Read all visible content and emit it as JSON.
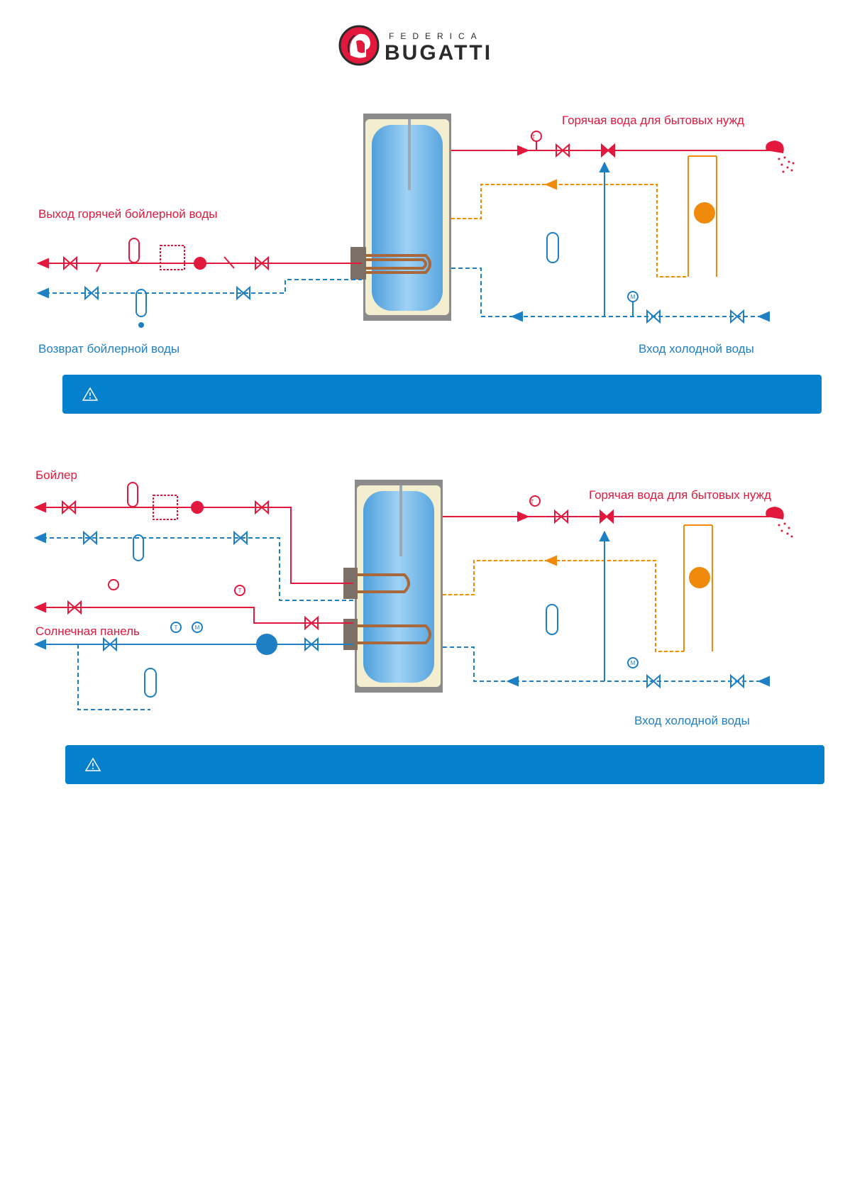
{
  "brand": {
    "top_line": "FEDERICA",
    "main_line": "BUGATTI"
  },
  "diagram1": {
    "labels": {
      "hot_domestic_water": "Горячая вода для бытовых нужд",
      "boiler_hot_out": "Выход горячей бойлерной воды",
      "boiler_return": "Возврат бойлерной воды",
      "cold_water_in": "Вход холодной воды"
    },
    "notice_text": ""
  },
  "diagram2": {
    "labels": {
      "hot_domestic_water": "Горячая вода для бытовых нужд",
      "boiler": "Бойлер",
      "solar_panel": "Солнечная панель",
      "cold_water_in": "Вход холодной воды"
    },
    "notice_text": ""
  },
  "gauge_letters": {
    "temperature": "T",
    "manometer": "M"
  },
  "colors": {
    "hot": "#e2183c",
    "cold": "#1f7fc4",
    "recirculation": "#f08a0c",
    "notice": "#0580cc",
    "tank_blue": "#74b8ea",
    "tank_insulation": "#f3eed0"
  },
  "icons": {
    "notice": "warning-icon",
    "fixture": "shower-head-icon"
  }
}
